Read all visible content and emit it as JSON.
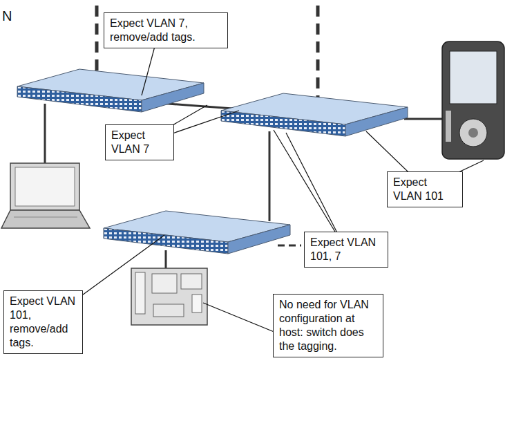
{
  "diagram": {
    "nodes": [
      {
        "text": [
          "Expect VLAN 7, remove/add tags."
        ]
      },
      {
        "text": [
          "Expect VLAN 7"
        ]
      },
      {
        "text": [
          "Expect VLAN 101"
        ]
      },
      {
        "text": [
          "Expect VLAN 101, 7"
        ]
      },
      {
        "text": [
          "Expect VLAN 101, remove/add tags."
        ]
      },
      {
        "text": [
          "No need for VLAN configuration at host: switch does the tagging."
        ]
      }
    ],
    "edges": [],
    "labels": [
      "N"
    ]
  }
}
